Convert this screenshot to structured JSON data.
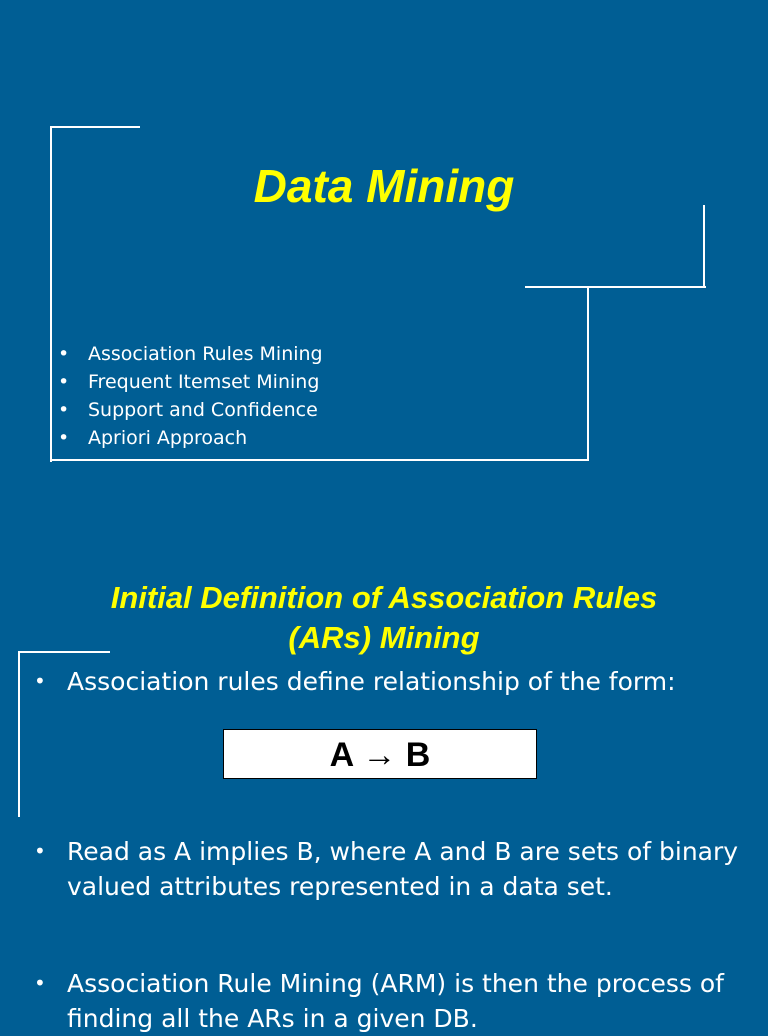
{
  "slide1": {
    "title": "Data Mining",
    "bullets": [
      "Association Rules Mining",
      "Frequent Itemset Mining",
      "Support and Confidence",
      "Apriori Approach"
    ]
  },
  "slide2": {
    "title_line1": "Initial Definition of Association Rules",
    "title_line2": "(ARs) Mining",
    "paragraph1": "Association rules define relationship of the form:",
    "formula": "A → B",
    "paragraph2": "Read as A implies B, where A and B are sets of binary valued attributes represented in a data set.",
    "paragraph3": "Association Rule Mining (ARM) is then the process of finding all the ARs in a given DB."
  },
  "bullet_symbol": "•",
  "colors": {
    "background": "#005e94",
    "title": "#ffff00",
    "text": "#ffffff",
    "frame": "#ffffff"
  }
}
